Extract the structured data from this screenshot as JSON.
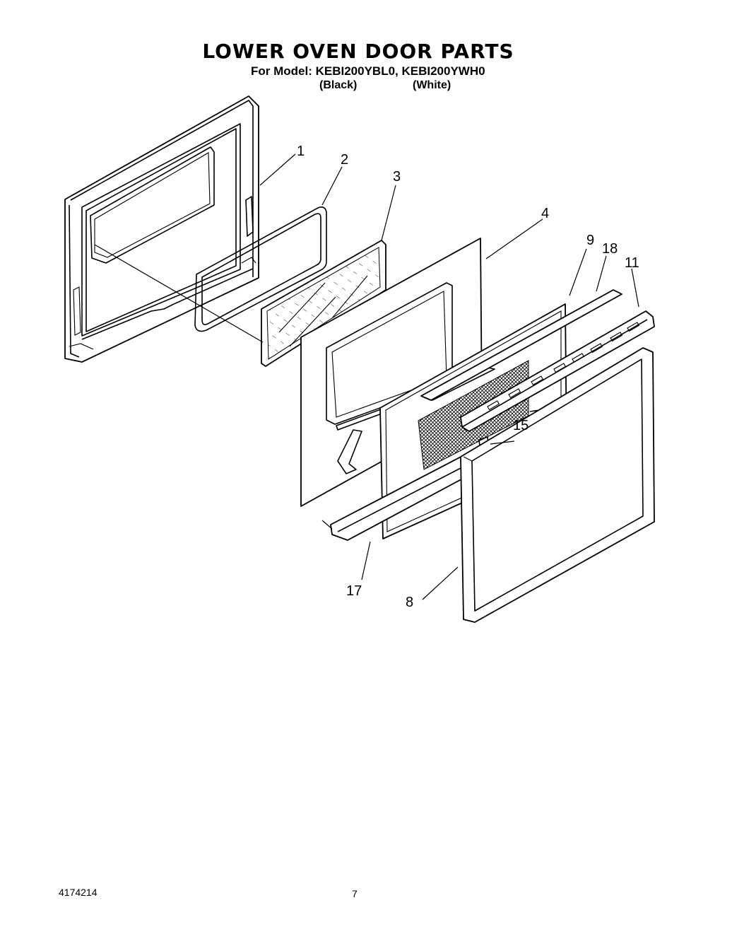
{
  "header": {
    "title": "LOWER OVEN DOOR PARTS",
    "model_line": "For Model: KEBI200YBL0, KEBI200YWH0",
    "variant_black": "(Black)",
    "variant_white": "(White)"
  },
  "callouts": {
    "p1": "1",
    "p2": "2",
    "p3": "3",
    "p4": "4",
    "p8": "8",
    "p9": "9",
    "p11": "11",
    "p15": "15",
    "p17": "17",
    "p18": "18"
  },
  "footer": {
    "doc_number": "4174214",
    "page_number": "7"
  }
}
